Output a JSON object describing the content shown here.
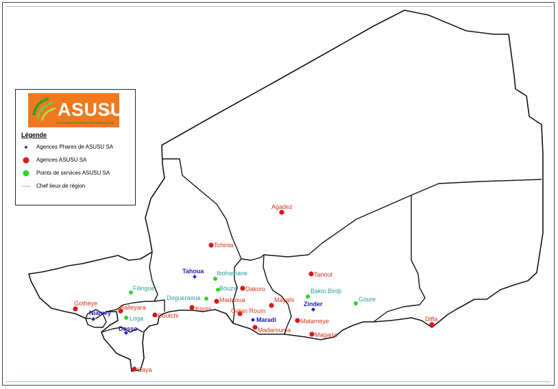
{
  "legend": {
    "logo": {
      "brand": "ASUSU",
      "suffix": "S.A",
      "tagline": "SYSTEME FINANCIER DECENTRALISE"
    },
    "title": "Légende",
    "items": [
      {
        "label": "Agences Phares de ASUSU SA",
        "symbol": "blue-diamond-icon"
      },
      {
        "label": "Agences ASUSU SA",
        "symbol": "red-dot-icon"
      },
      {
        "label": "Points de services ASUSU SA",
        "symbol": "green-dot-icon"
      },
      {
        "label": "Chef lieux de région",
        "symbol": "line-icon"
      }
    ]
  },
  "colors": {
    "agency_red": "#d81b1b",
    "service_green": "#2bd62b",
    "flagship_blue": "#1c1ccc",
    "label_red": "#d9341b",
    "label_teal": "#2a9d9d",
    "label_blue": "#1a1ab4",
    "logo_orange": "#f0781e"
  },
  "map": {
    "places": [
      {
        "name": "Agadez",
        "type": "agency"
      },
      {
        "name": "Tchinta",
        "type": "agency"
      },
      {
        "name": "Tanout",
        "type": "agency"
      },
      {
        "name": "Bakin Birdji",
        "type": "service"
      },
      {
        "name": "Goure",
        "type": "service"
      },
      {
        "name": "Diffa",
        "type": "agency"
      },
      {
        "name": "Zinder",
        "type": "flagship"
      },
      {
        "name": "Mayahi",
        "type": "agency"
      },
      {
        "name": "Matameye",
        "type": "agency"
      },
      {
        "name": "Magaria",
        "type": "agency"
      },
      {
        "name": "Madarounfa",
        "type": "agency"
      },
      {
        "name": "Maradi",
        "type": "flagship"
      },
      {
        "name": "Gidan Roum",
        "type": "agency"
      },
      {
        "name": "Dakoro",
        "type": "agency"
      },
      {
        "name": "Bouza",
        "type": "service"
      },
      {
        "name": "Ibohamane",
        "type": "service"
      },
      {
        "name": "Madaoua",
        "type": "agency"
      },
      {
        "name": "Konni",
        "type": "agency"
      },
      {
        "name": "Dogueraoua",
        "type": "service"
      },
      {
        "name": "Tahoua",
        "type": "flagship"
      },
      {
        "name": "Filingue",
        "type": "service"
      },
      {
        "name": "Balleyara",
        "type": "agency"
      },
      {
        "name": "Loga",
        "type": "service"
      },
      {
        "name": "Doutchi",
        "type": "agency"
      },
      {
        "name": "Dosso",
        "type": "flagship"
      },
      {
        "name": "Gothèye",
        "type": "agency"
      },
      {
        "name": "Niamey",
        "type": "flagship"
      },
      {
        "name": "Gaya",
        "type": "agency"
      }
    ]
  }
}
